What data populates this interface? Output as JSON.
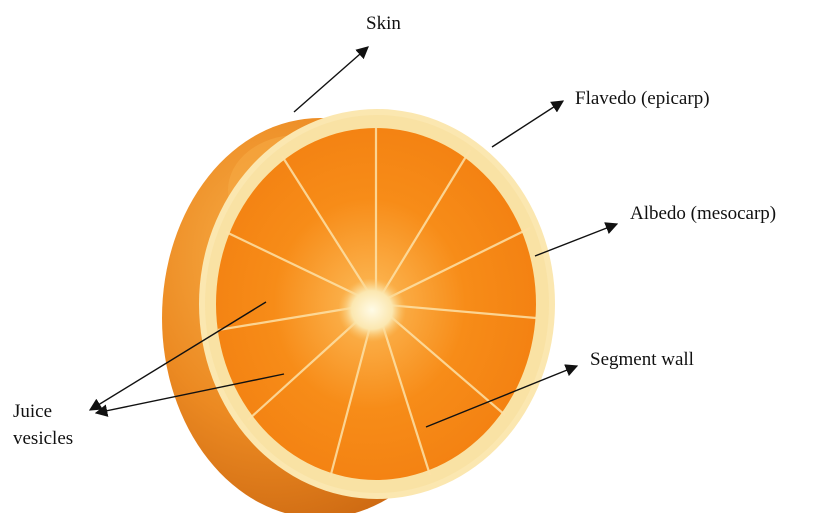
{
  "labels": {
    "skin": "Skin",
    "flavedo": "Flavedo (epicarp)",
    "albedo": "Albedo (mesocarp)",
    "segment_wall": "Segment wall",
    "juice_line1": "Juice",
    "juice_line2": "vesicles"
  },
  "colors": {
    "peel_outer": "#e8801c",
    "peel_highlight": "#f6a53a",
    "albedo": "#fbe9b4",
    "flesh": "#f58a16",
    "flesh_light": "#fba135",
    "core": "#fff2c8",
    "arrow": "#111111"
  }
}
